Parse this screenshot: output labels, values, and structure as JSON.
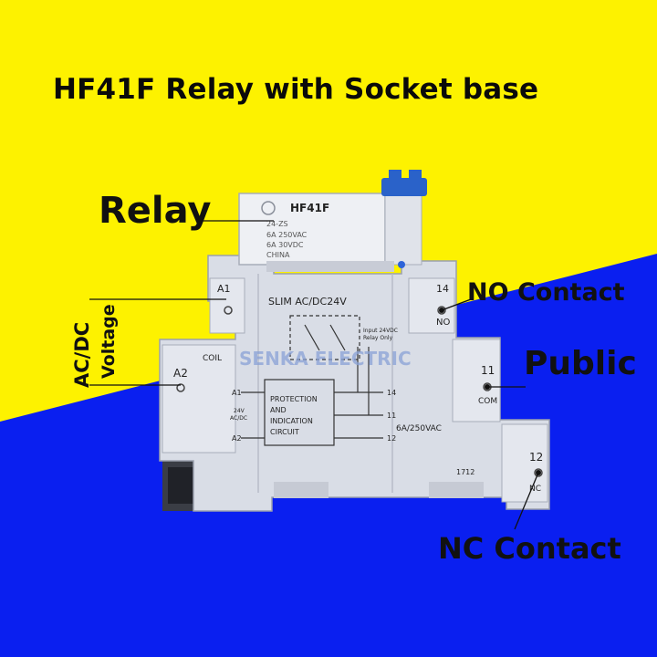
{
  "title": "HF41F Relay with Socket base",
  "labels": {
    "relay": "Relay",
    "no_contact": "NO Contact",
    "public": "Public",
    "nc_contact": "NC Contact",
    "ac_dc": "AC/DC",
    "voltage": "Voltage"
  },
  "device": {
    "relay_model": "HF41F",
    "relay_part": "24-ZS",
    "relay_rating_ac": "6A 250VAC",
    "relay_rating_dc": "6A 30VDC",
    "relay_origin": "CHINA",
    "socket_model": "SLIM AC/DC24V",
    "watermark": "SENKA ELECTRIC",
    "input_note_1": "Input 24VDC",
    "input_note_2": "Relay Only",
    "circuit_line_1": "PROTECTION",
    "circuit_line_2": "AND",
    "circuit_line_3": "INDICATION",
    "circuit_line_4": "CIRCUIT",
    "supply": "24V",
    "supply_type": "AC/DC",
    "contact_rating": "6A/250VAC",
    "date_code": "1712",
    "terminals": {
      "a1": "A1",
      "a2": "A2",
      "coil": "COIL",
      "t14": "14",
      "no": "NO",
      "t11": "11",
      "com": "COM",
      "t12": "12",
      "nc": "NC"
    }
  },
  "colors": {
    "background_top": "#fdf200",
    "background_bottom": "#0a1ff0",
    "housing": "#d9dde6",
    "housing_shadow": "#b7bcc8",
    "relay_body": "#eef0f4",
    "latch": "#2a62c9",
    "led": "#2e63d8"
  }
}
